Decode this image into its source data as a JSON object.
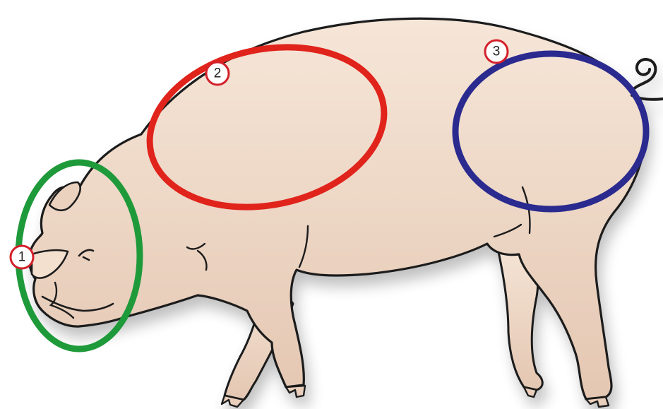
{
  "diagram": {
    "subject": "pig",
    "colors": {
      "body_fill": "#efd9c6",
      "outline": "#1a1a1a",
      "region_1": "#1f9a3a",
      "region_2": "#e0231b",
      "region_3": "#2a2a8f",
      "badge_stroke": "#d4202a",
      "badge_fill": "#ffffff"
    },
    "regions": [
      {
        "id": "1",
        "label": "1",
        "color_key": "region_1"
      },
      {
        "id": "2",
        "label": "2",
        "color_key": "region_2"
      },
      {
        "id": "3",
        "label": "3",
        "color_key": "region_3"
      }
    ]
  }
}
